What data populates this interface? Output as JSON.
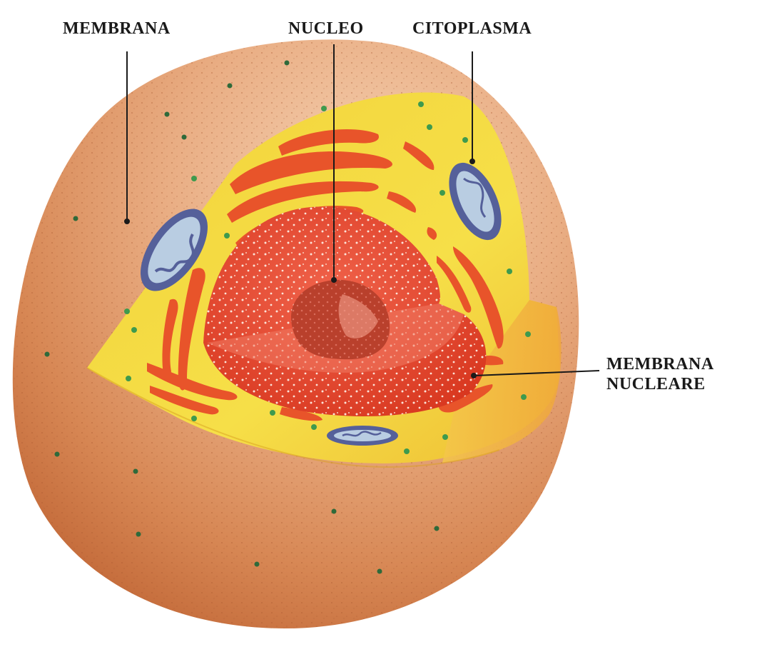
{
  "labels": {
    "membrana": "MEMBRANA",
    "nucleo": "NUCLEO",
    "citoplasma": "CITOPLASMA",
    "membrana_nucleare_line1": "MEMBRANA",
    "membrana_nucleare_line2": "NUCLEARE"
  },
  "colors": {
    "cell_surface": "#d9895a",
    "cytoplasm": "#f3d83a",
    "nucleus": "#e4442c",
    "nucleolus": "#b83a2a",
    "organelle": "#e85a2a",
    "mitochondrion": "#5a6a9a",
    "granule": "#3a8a4a",
    "leader_line": "#1a1a1a"
  }
}
